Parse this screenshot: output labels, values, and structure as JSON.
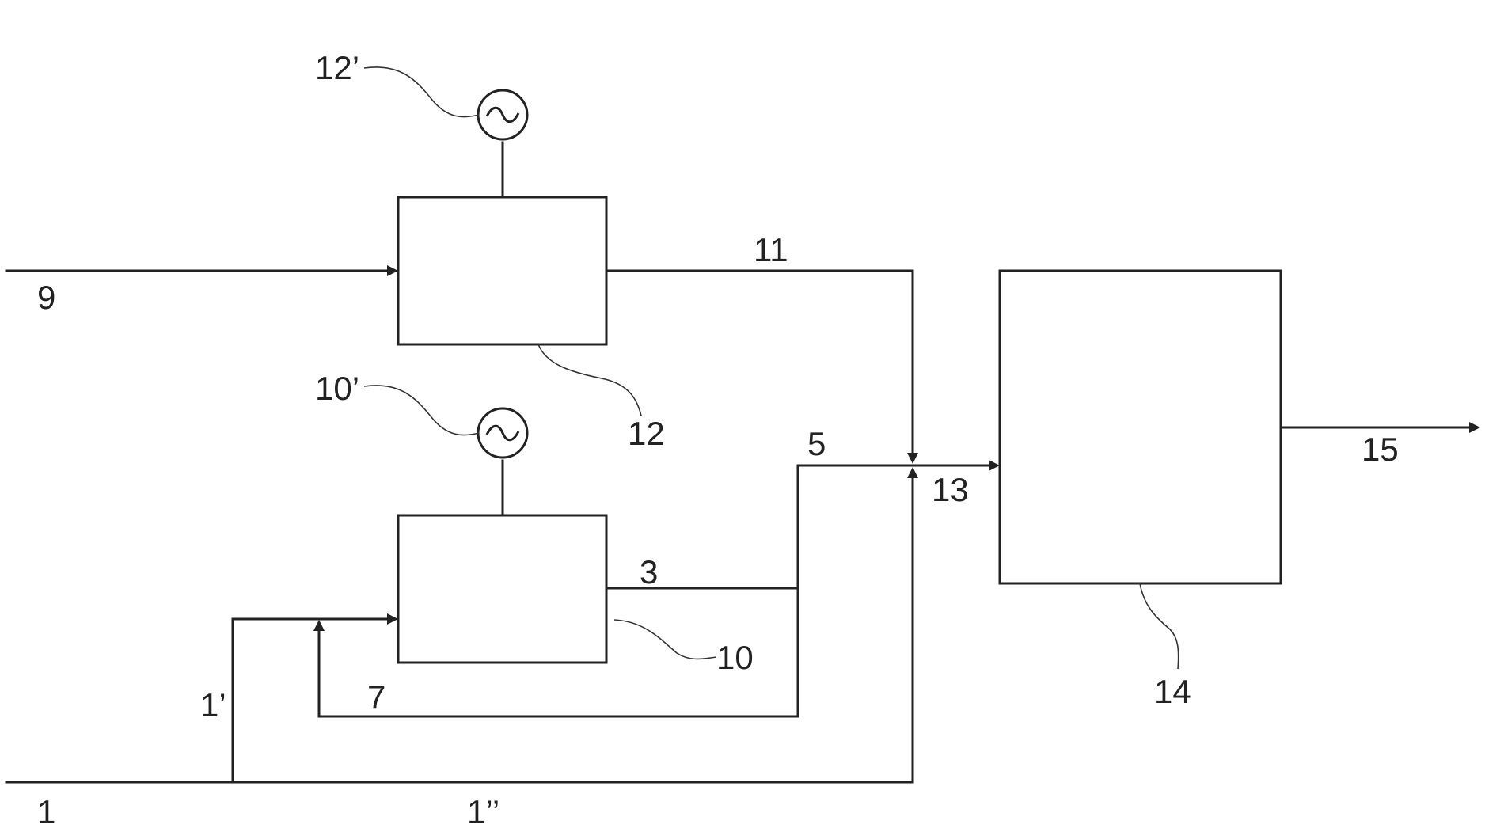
{
  "labels": {
    "stream_1": "1",
    "stream_1_prime": "1’",
    "stream_1_double_prime": "1’’",
    "stream_3": "3",
    "stream_5": "5",
    "stream_7": "7",
    "stream_9": "9",
    "unit_10": "10",
    "source_10_prime": "10’",
    "stream_11": "11",
    "unit_12": "12",
    "source_12_prime": "12’",
    "junction_13": "13",
    "unit_14": "14",
    "stream_15": "15"
  },
  "icons": {
    "power_source_upper": "ac-source-icon",
    "power_source_lower": "ac-source-icon"
  }
}
